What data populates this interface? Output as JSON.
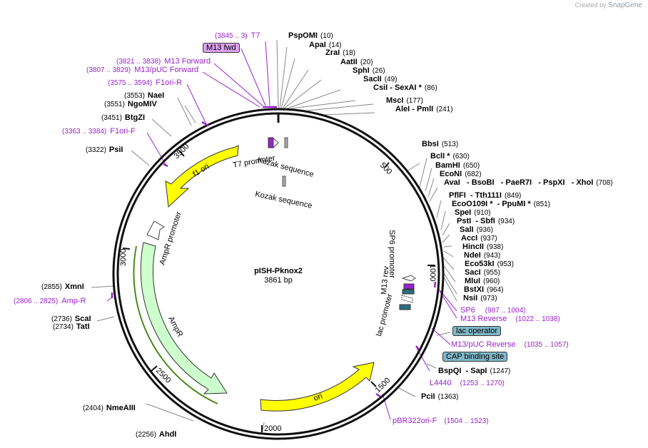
{
  "credit": {
    "prefix": "Created by",
    "brand": "SnapGene"
  },
  "plasmid": {
    "name": "pISH-Pknox2",
    "size": "3861 bp"
  },
  "ticks": [
    "500",
    "1000",
    "1500",
    "2000",
    "2500",
    "3000",
    "3500"
  ],
  "features": {
    "f1_ori": "f1 ori",
    "ampr_promoter": "AmpR promoter",
    "ampr": "AmpR",
    "ori": "ori",
    "t7_promoter": "T7 promoter",
    "kozak1": "Kozak sequence",
    "kozak2": "Kozak sequence",
    "sp6_promoter": "SP6 promoter",
    "m13_rev": "M13 rev",
    "lac_promoter": "lac promoter"
  },
  "enzymes": {
    "PspOMI": {
      "name": "PspOMI",
      "pos": "(10)"
    },
    "ApaI": {
      "name": "ApaI",
      "pos": "(14)"
    },
    "ZraI": {
      "name": "ZraI",
      "pos": "(18)"
    },
    "AatII": {
      "name": "AatII",
      "pos": "(20)"
    },
    "SphI": {
      "name": "SphI",
      "pos": "(26)"
    },
    "SacII": {
      "name": "SacII",
      "pos": "(49)"
    },
    "CsiI": {
      "name": "CsiI",
      "name2": "- SexAI *",
      "pos": "(86)"
    },
    "MscI": {
      "name": "MscI",
      "pos": "(177)"
    },
    "AleI": {
      "name": "AleI",
      "name2": "- PmlI",
      "pos": "(241)"
    },
    "BbsI": {
      "name": "BbsI",
      "pos": "(513)"
    },
    "BclI": {
      "name": "BclI *",
      "pos": "(630)"
    },
    "BamHI": {
      "name": "BamHI",
      "pos": "(650)"
    },
    "EcoNI": {
      "name": "EcoNI",
      "pos": "(682)"
    },
    "AvaI": {
      "name": "AvaI",
      "name2": "- BsoBI",
      "name3": "- PaeR7I",
      "name4": "- PspXI",
      "name5": "- XhoI",
      "pos": "(708)"
    },
    "PflFI": {
      "name": "PflFI",
      "name2": "- Tth111I",
      "pos": "(849)"
    },
    "EcoO109I": {
      "name": "EcoO109I *",
      "name2": "- PpuMI *",
      "pos": "(851)"
    },
    "SpeI": {
      "name": "SpeI",
      "pos": "(910)"
    },
    "PstI": {
      "name": "PstI",
      "name2": "- SbfI",
      "pos": "(934)"
    },
    "SalI": {
      "name": "SalI",
      "pos": "(936)"
    },
    "AccI": {
      "name": "AccI",
      "pos": "(937)"
    },
    "HincII": {
      "name": "HincII",
      "pos": "(938)"
    },
    "NdeI": {
      "name": "NdeI",
      "pos": "(943)"
    },
    "Eco53kI": {
      "name": "Eco53kI",
      "pos": "(953)"
    },
    "SacI": {
      "name": "SacI",
      "pos": "(955)"
    },
    "MluI": {
      "name": "MluI",
      "pos": "(960)"
    },
    "BstXI": {
      "name": "BstXI",
      "pos": "(964)"
    },
    "NsiI": {
      "name": "NsiI",
      "pos": "(973)"
    },
    "BspQI": {
      "name": "BspQI",
      "name2": "- SapI",
      "pos": "(1247)"
    },
    "PciI": {
      "name": "PciI",
      "pos": "(1363)"
    },
    "AhdI": {
      "name": "AhdI",
      "pos": "(2256)"
    },
    "NmeAIII": {
      "name": "NmeAIII",
      "pos": "(2404)"
    },
    "ScaI": {
      "name": "ScaI",
      "pos": "(2736)"
    },
    "TatI": {
      "name": "TatI",
      "pos": "(2734)"
    },
    "XmnI": {
      "name": "XmnI",
      "pos": "(2855)"
    },
    "PsiI": {
      "name": "PsiI",
      "pos": "(3322)"
    },
    "BtgZI": {
      "name": "BtgZI",
      "pos": "(3451)"
    },
    "NgoMIV": {
      "name": "NgoMIV",
      "pos": "(3551)"
    },
    "NaeI": {
      "name": "NaeI",
      "pos": "(3553)"
    }
  },
  "primers": {
    "T7": {
      "name": "T7",
      "pos": "(3845 .. 3)"
    },
    "M13fwd": {
      "name": "M13 fwd"
    },
    "M13Forward": {
      "name": "M13 Forward",
      "pos": "(3821 .. 3838)"
    },
    "M13pUCForward": {
      "name": "M13/pUC Forward",
      "pos": "(3807 .. 3829)"
    },
    "F1oriR": {
      "name": "F1ori-R",
      "pos": "(3575 .. 3594)"
    },
    "F1oriF": {
      "name": "F1ori-F",
      "pos": "(3363 .. 3384)"
    },
    "AmpR": {
      "name": "Amp-R",
      "pos": "(2806 .. 2825)"
    },
    "SP6": {
      "name": "SP6",
      "pos": "(987 .. 1004)"
    },
    "M13Reverse": {
      "name": "M13 Reverse",
      "pos": "(1022 .. 1038)"
    },
    "lacOperator": {
      "name": "lac operator"
    },
    "M13pUCReverse": {
      "name": "M13/pUC Reverse",
      "pos": "(1035 .. 1057)"
    },
    "CAP": {
      "name": "CAP binding site"
    },
    "L4440": {
      "name": "L4440",
      "pos": "(1253 .. 1270)"
    },
    "pBR322oriF": {
      "name": "pBR322ori-F",
      "pos": "(1504 .. 1523)"
    }
  },
  "colors": {
    "backbone": "#111111",
    "ori": "#ffff00",
    "ampr": "#ccffcc",
    "promoter": "#ffffff",
    "primer": "#9922cc",
    "operator": "#7fb7c8",
    "operator_dark": "#2a7080",
    "leader": "#888888"
  }
}
